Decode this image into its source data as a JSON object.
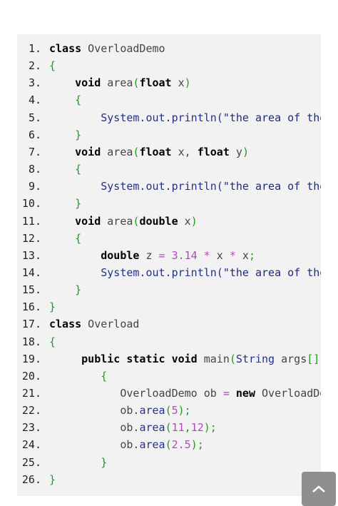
{
  "code": {
    "line_numbers": [
      "1.",
      "2.",
      "3.",
      "4.",
      "5.",
      "6.",
      "7.",
      "8.",
      "9.",
      "10.",
      "11.",
      "12.",
      "13.",
      "14.",
      "15.",
      "16.",
      "17.",
      "18.",
      "19.",
      "20.",
      "21.",
      "22.",
      "23.",
      "24.",
      "25.",
      "26."
    ],
    "lines": [
      [
        {
          "t": "class",
          "c": "kw"
        },
        {
          "t": " OverloadDemo",
          "c": "id"
        }
      ],
      [
        {
          "t": "{",
          "c": "pn"
        }
      ],
      [
        {
          "t": "    ",
          "c": "id"
        },
        {
          "t": "void",
          "c": "kw"
        },
        {
          "t": " area",
          "c": "id"
        },
        {
          "t": "(",
          "c": "pn"
        },
        {
          "t": "float",
          "c": "kw"
        },
        {
          "t": " x",
          "c": "id"
        },
        {
          "t": ")",
          "c": "pn"
        }
      ],
      [
        {
          "t": "    ",
          "c": "id"
        },
        {
          "t": "{",
          "c": "pn"
        }
      ],
      [
        {
          "t": "        System.out.println(",
          "c": "fn"
        },
        {
          "t": "\"the area of the",
          "c": "st"
        }
      ],
      [
        {
          "t": "    ",
          "c": "id"
        },
        {
          "t": "}",
          "c": "pn"
        }
      ],
      [
        {
          "t": "    ",
          "c": "id"
        },
        {
          "t": "void",
          "c": "kw"
        },
        {
          "t": " area",
          "c": "id"
        },
        {
          "t": "(",
          "c": "pn"
        },
        {
          "t": "float",
          "c": "kw"
        },
        {
          "t": " x, ",
          "c": "id"
        },
        {
          "t": "float",
          "c": "kw"
        },
        {
          "t": " y",
          "c": "id"
        },
        {
          "t": ")",
          "c": "pn"
        }
      ],
      [
        {
          "t": "    ",
          "c": "id"
        },
        {
          "t": "{",
          "c": "pn"
        }
      ],
      [
        {
          "t": "        System.out.println(",
          "c": "fn"
        },
        {
          "t": "\"the area of the",
          "c": "st"
        }
      ],
      [
        {
          "t": "    ",
          "c": "id"
        },
        {
          "t": "}",
          "c": "pn"
        }
      ],
      [
        {
          "t": "    ",
          "c": "id"
        },
        {
          "t": "void",
          "c": "kw"
        },
        {
          "t": " area",
          "c": "id"
        },
        {
          "t": "(",
          "c": "pn"
        },
        {
          "t": "double",
          "c": "kw"
        },
        {
          "t": " x",
          "c": "id"
        },
        {
          "t": ")",
          "c": "pn"
        }
      ],
      [
        {
          "t": "    ",
          "c": "id"
        },
        {
          "t": "{",
          "c": "pn"
        }
      ],
      [
        {
          "t": "        ",
          "c": "id"
        },
        {
          "t": "double",
          "c": "kw"
        },
        {
          "t": " z ",
          "c": "id"
        },
        {
          "t": "=",
          "c": "op"
        },
        {
          "t": " ",
          "c": "id"
        },
        {
          "t": "3.14",
          "c": "nm"
        },
        {
          "t": " ",
          "c": "id"
        },
        {
          "t": "*",
          "c": "op"
        },
        {
          "t": " x ",
          "c": "id"
        },
        {
          "t": "*",
          "c": "op"
        },
        {
          "t": " x",
          "c": "id"
        },
        {
          "t": ";",
          "c": "pn"
        }
      ],
      [
        {
          "t": "        System.out.println(",
          "c": "fn"
        },
        {
          "t": "\"the area of the",
          "c": "st"
        }
      ],
      [
        {
          "t": "    ",
          "c": "id"
        },
        {
          "t": "}",
          "c": "pn"
        }
      ],
      [
        {
          "t": "}",
          "c": "pn"
        }
      ],
      [
        {
          "t": "class",
          "c": "kw"
        },
        {
          "t": " Overload",
          "c": "id"
        }
      ],
      [
        {
          "t": "{",
          "c": "pn"
        }
      ],
      [
        {
          "t": "     ",
          "c": "id"
        },
        {
          "t": "public static void",
          "c": "kw"
        },
        {
          "t": " main",
          "c": "id"
        },
        {
          "t": "(",
          "c": "pn"
        },
        {
          "t": "String",
          "c": "ty"
        },
        {
          "t": " args",
          "c": "id"
        },
        {
          "t": "[])",
          "c": "pn"
        }
      ],
      [
        {
          "t": "        ",
          "c": "id"
        },
        {
          "t": "{",
          "c": "pn"
        }
      ],
      [
        {
          "t": "           OverloadDemo ob ",
          "c": "id"
        },
        {
          "t": "=",
          "c": "op"
        },
        {
          "t": " ",
          "c": "id"
        },
        {
          "t": "new",
          "c": "kw"
        },
        {
          "t": " OverloadDem",
          "c": "id"
        }
      ],
      [
        {
          "t": "           ob.",
          "c": "id"
        },
        {
          "t": "area",
          "c": "fn"
        },
        {
          "t": "(",
          "c": "pn"
        },
        {
          "t": "5",
          "c": "nm"
        },
        {
          "t": ");",
          "c": "pn"
        }
      ],
      [
        {
          "t": "           ob.",
          "c": "id"
        },
        {
          "t": "area",
          "c": "fn"
        },
        {
          "t": "(",
          "c": "pn"
        },
        {
          "t": "11",
          "c": "nm"
        },
        {
          "t": ",",
          "c": "pn"
        },
        {
          "t": "12",
          "c": "nm"
        },
        {
          "t": ");",
          "c": "pn"
        }
      ],
      [
        {
          "t": "           ob.",
          "c": "id"
        },
        {
          "t": "area",
          "c": "fn"
        },
        {
          "t": "(",
          "c": "pn"
        },
        {
          "t": "2.5",
          "c": "nm"
        },
        {
          "t": ");",
          "c": "pn"
        }
      ],
      [
        {
          "t": "        ",
          "c": "id"
        },
        {
          "t": "}",
          "c": "pn"
        }
      ],
      [
        {
          "t": "}",
          "c": "pn"
        }
      ]
    ]
  },
  "colors": {
    "block_background": "#f2f2f2",
    "keyword": "#000000",
    "bracket": "#1f9a1f",
    "method_call": "#22308f",
    "number": "#b04cb8"
  },
  "scroll_top": {
    "icon": "chevron-up-icon"
  }
}
